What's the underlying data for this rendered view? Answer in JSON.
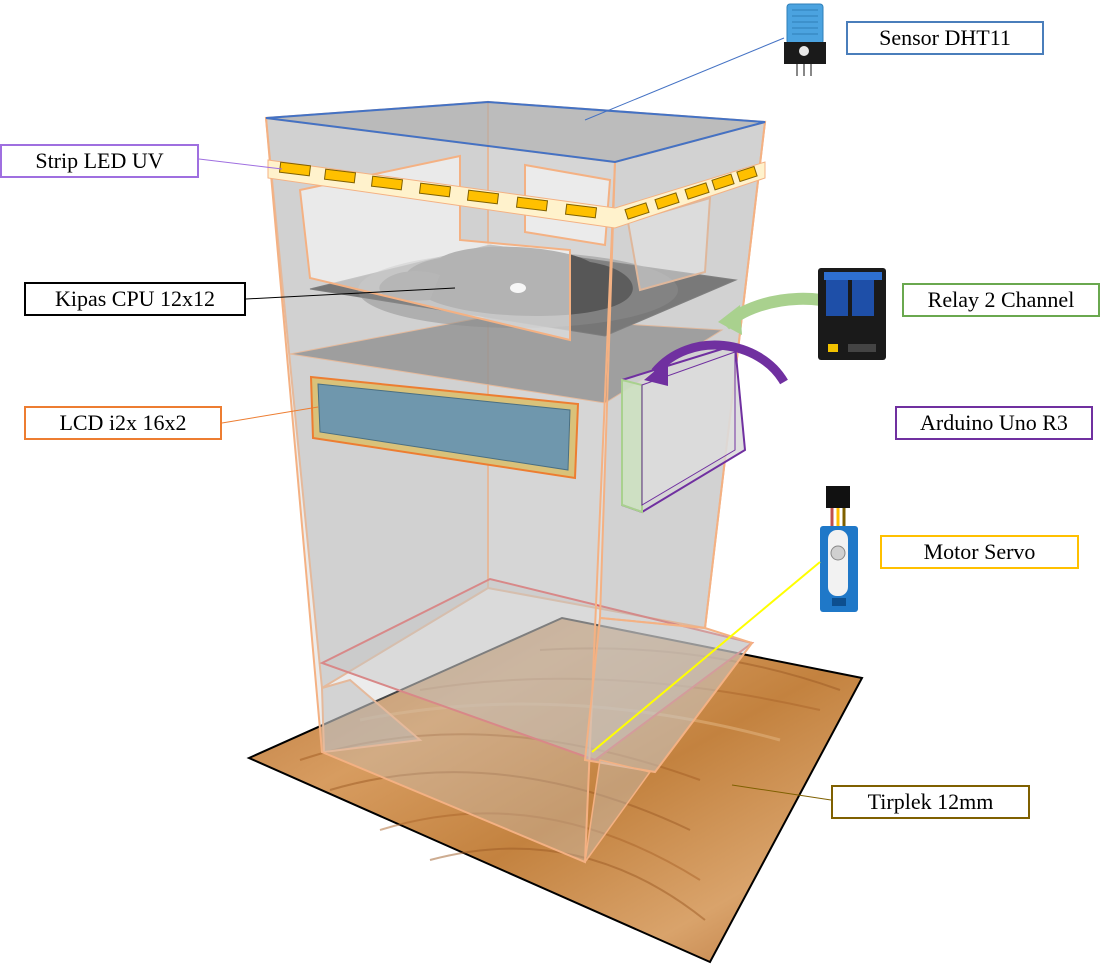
{
  "labels": {
    "sensor": {
      "text": "Sensor DHT11",
      "color": "#4a7ebb"
    },
    "strip_led": {
      "text": "Strip LED UV",
      "color": "#9f6fe0"
    },
    "kipas": {
      "text": "Kipas CPU 12x12",
      "color": "#000000"
    },
    "relay": {
      "text": "Relay 2 Channel",
      "color": "#6aa84f"
    },
    "arduino": {
      "text": "Arduino Uno R3",
      "color": "#7030a0"
    },
    "lcd": {
      "text": "LCD i2x 16x2",
      "color": "#ed7d31"
    },
    "servo": {
      "text": "Motor Servo",
      "color": "#ffc000"
    },
    "tirplek": {
      "text": "Tirplek 12mm",
      "color": "#7f6000"
    }
  },
  "colors": {
    "wood": "#c8894a",
    "acrylic_edge": "#f4b183",
    "top_edge": "#4472c4",
    "bottom_edge": "#e06666",
    "led": "#ffc000",
    "lcd_screen": "#6f97ad",
    "servo_blue": "#1f78c8",
    "relay_blue": "#1e4fa8"
  }
}
